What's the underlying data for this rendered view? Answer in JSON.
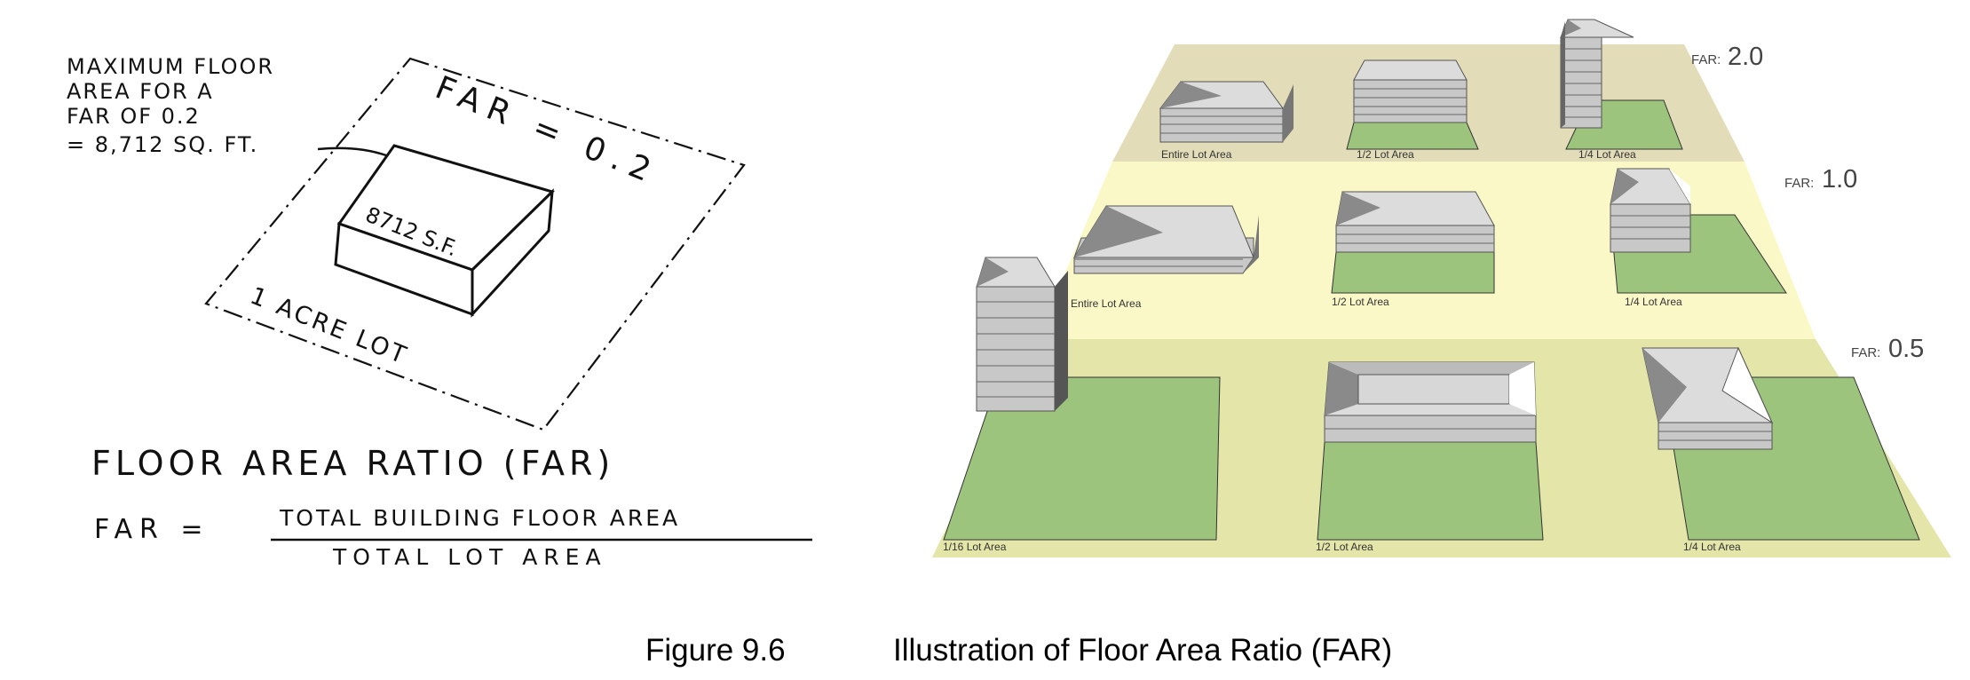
{
  "sketch": {
    "note_lines": [
      "MAXIMUM FLOOR",
      "AREA FOR A",
      "FAR OF 0.2",
      "= 8,712 SQ. FT."
    ],
    "far_label": "FAR = 0.2",
    "building_label": "8712 S.F.",
    "lot_label": "1 ACRE LOT",
    "title": "FLOOR AREA RATIO (FAR)",
    "formula_lhs": "FAR =",
    "numerator": "TOTAL BUILDING FLOOR AREA",
    "denominator": "TOTAL LOT AREA"
  },
  "illustration": {
    "tiers": [
      {
        "far_prefix": "FAR:",
        "far_value": "2.0",
        "lots": [
          "Entire Lot Area",
          "1/2 Lot Area",
          "1/4 Lot Area"
        ]
      },
      {
        "far_prefix": "FAR:",
        "far_value": "1.0",
        "lots": [
          "Entire Lot Area",
          "1/2 Lot Area",
          "1/4 Lot Area"
        ]
      },
      {
        "far_prefix": "FAR:",
        "far_value": "0.5",
        "lots": [
          "1/16 Lot Area",
          "1/2 Lot Area",
          "1/4 Lot Area"
        ]
      }
    ],
    "colors": {
      "tier_top": "#e2dcb8",
      "tier_mid": "#fbf8c8",
      "tier_bottom": "#e3e6a8",
      "lot_green": "#9cc47c",
      "roof_light": "#dcdcdc",
      "roof_dark": "#8a8a8a",
      "wall": "#c8c8c8"
    }
  },
  "caption": {
    "figure_number": "Figure 9.6",
    "figure_title": "Illustration of Floor Area Ratio (FAR)"
  }
}
